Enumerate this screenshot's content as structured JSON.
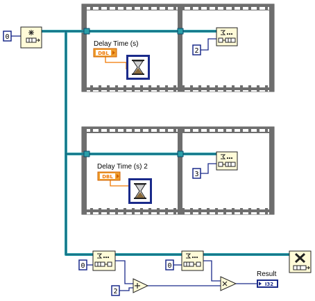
{
  "constants": {
    "init_queue_size": "0",
    "enqueue_a": "2",
    "enqueue_b": "3",
    "dequeue_timeout_a": "0",
    "dequeue_timeout_b": "0",
    "add_operand": "2"
  },
  "frames": [
    {
      "control_label": "Delay Time (s)",
      "type_badge": "DBL"
    },
    {
      "control_label": "Delay Time (s) 2",
      "type_badge": "DBL"
    }
  ],
  "indicator": {
    "label": "Result",
    "type_badge": "I32"
  },
  "colors": {
    "queue_wire": "#2a9fa8",
    "queue_wire_inner": "#0a4a6a",
    "numeric_wire_int": "#1a2a8a",
    "numeric_wire_dbl": "#f07800",
    "node_fill": "#fffbd8",
    "frame_film": "#6e6e6e",
    "frame_bg": "#c8c8c8"
  },
  "icons": {
    "obtain_queue": "obtain-queue-icon",
    "enqueue": "enqueue-element-icon",
    "dequeue": "dequeue-element-icon",
    "release_queue": "release-queue-icon",
    "wait": "hourglass-wait-icon",
    "add": "add-function-icon",
    "multiply": "multiply-function-icon"
  }
}
